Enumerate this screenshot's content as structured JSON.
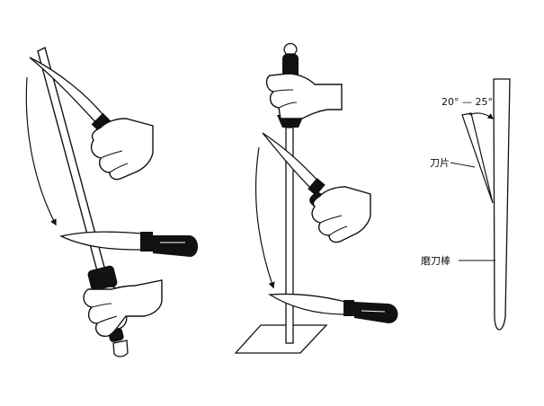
{
  "labels": {
    "angle": "20° — 25°",
    "blade": "刀片",
    "rod": "磨刀棒"
  },
  "colors": {
    "ink": "#111111",
    "paper": "#ffffff"
  }
}
